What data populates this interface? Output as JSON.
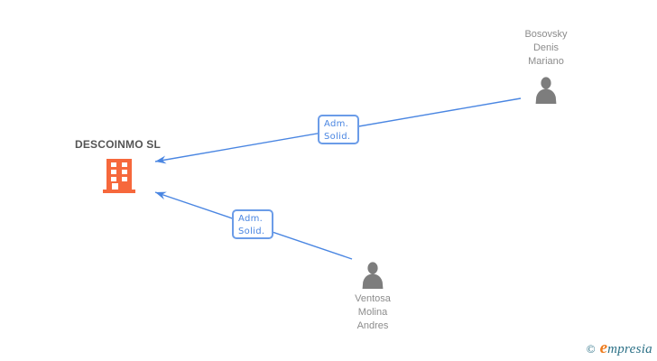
{
  "company": {
    "name": "DESCOINMO SL"
  },
  "persons": [
    {
      "line1": "Bosovsky",
      "line2": "Denis",
      "line3": "Mariano"
    },
    {
      "line1": "Ventosa",
      "line2": "Molina",
      "line3": "Andres"
    }
  ],
  "edges": [
    {
      "label_line1": "Adm.",
      "label_line2": "Solid."
    },
    {
      "label_line1": "Adm.",
      "label_line2": "Solid."
    }
  ],
  "footer": {
    "copyright_symbol": "©",
    "brand_initial": "e",
    "brand_rest": "mpresia"
  },
  "colors": {
    "edge_blue": "#4a86e2",
    "edge_box_border": "#6b9ce8",
    "company_orange": "#f6683c",
    "company_text": "#545454",
    "person_gray": "#7d7d7d",
    "person_text": "#8c8c8c",
    "brand_teal": "#2b7086",
    "brand_orange": "#ee7c1e"
  }
}
